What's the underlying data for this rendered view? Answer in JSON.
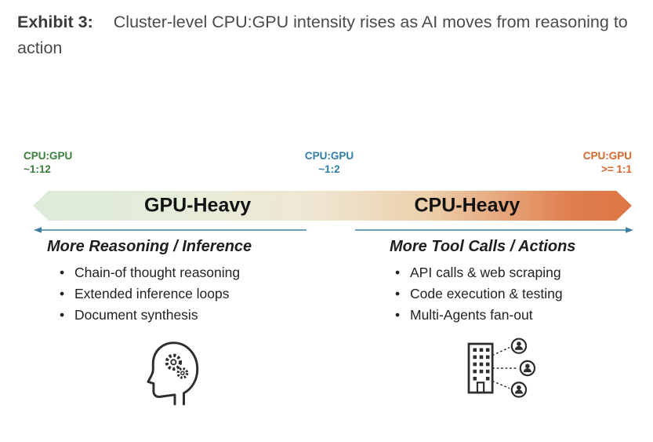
{
  "title": {
    "prefix": "Exhibit 3:",
    "text": "Cluster-level CPU:GPU intensity rises as AI moves from reasoning to action"
  },
  "colors": {
    "green": "#3a7d3c",
    "blue": "#2d7fa6",
    "orange": "#d8652a",
    "grad-left": "#dcebd8",
    "grad-mid": "#efe7d4",
    "grad-right": "#e07e4e",
    "line": "#3d7fa3"
  },
  "ratios": [
    {
      "label": "CPU:GPU",
      "value": "~1:12"
    },
    {
      "label": "CPU:GPU",
      "value": "~1:2"
    },
    {
      "label": "CPU:GPU",
      "value": ">= 1:1"
    }
  ],
  "spectrum": {
    "left_label": "GPU-Heavy",
    "right_label": "CPU-Heavy"
  },
  "columns": [
    {
      "heading": "More Reasoning / Inference",
      "bullets": [
        "Chain-of thought reasoning",
        "Extended inference loops",
        "Document synthesis"
      ],
      "icon": "thinking-head-icon"
    },
    {
      "heading": "More Tool Calls / Actions",
      "bullets": [
        "API calls & web scraping",
        "Code execution & testing",
        "Multi-Agents fan-out"
      ],
      "icon": "multi-agent-icon"
    }
  ]
}
